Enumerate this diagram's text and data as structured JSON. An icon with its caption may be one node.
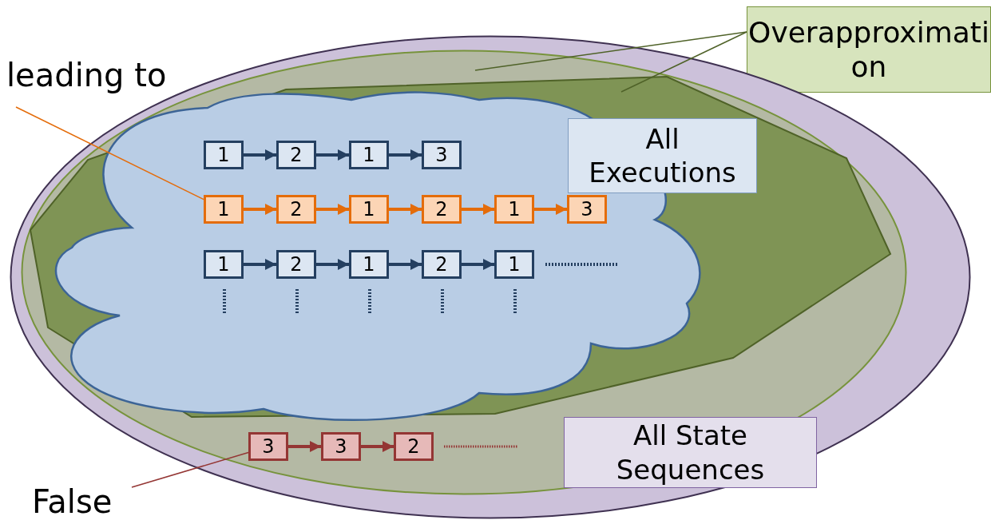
{
  "diagram": {
    "nodes": [
      {
        "text": [
          "leading to"
        ]
      },
      {
        "text": [
          "Overapproximation"
        ]
      },
      {
        "text": [],
        "shape": "ellipse"
      },
      {
        "text": [],
        "shape": "ellipse",
        "in": 2
      },
      {
        "text": [],
        "shape": "polygon",
        "in": 3
      },
      {
        "text": [],
        "shape": "cloud",
        "in": 4
      },
      {
        "text": [
          "All Executions"
        ],
        "in": 4
      },
      {
        "text": [
          "1"
        ],
        "in": 5
      },
      {
        "text": [
          "2"
        ],
        "in": 5
      },
      {
        "text": [
          "1"
        ],
        "in": 5
      },
      {
        "text": [
          "3"
        ],
        "in": 5
      },
      {
        "text": [
          "1"
        ],
        "in": 5
      },
      {
        "text": [
          "2"
        ],
        "in": 5
      },
      {
        "text": [
          "1"
        ],
        "in": 5
      },
      {
        "text": [
          "2"
        ],
        "in": 5
      },
      {
        "text": [
          "1"
        ],
        "in": 5
      },
      {
        "text": [
          "3"
        ],
        "in": 5
      },
      {
        "text": [
          "1"
        ],
        "in": 5
      },
      {
        "text": [
          "2"
        ],
        "in": 5
      },
      {
        "text": [
          "1"
        ],
        "in": 5
      },
      {
        "text": [
          "2"
        ],
        "in": 5
      },
      {
        "text": [
          "1"
        ],
        "in": 5
      },
      {
        "text": [
          "All State Sequences"
        ],
        "in": 3
      },
      {
        "text": [
          "3"
        ],
        "in": 3
      },
      {
        "text": [
          "3"
        ],
        "in": 3
      },
      {
        "text": [
          "2"
        ],
        "in": 3
      },
      {
        "text": [
          "False"
        ]
      }
    ],
    "edges": [
      {
        "from": 7,
        "to": 8,
        "arrow": "to"
      },
      {
        "from": 8,
        "to": 9,
        "arrow": "to"
      },
      {
        "from": 9,
        "to": 10,
        "arrow": "to"
      },
      {
        "from": 11,
        "to": 12,
        "arrow": "to",
        "color": "#e46c0a"
      },
      {
        "from": 12,
        "to": 13,
        "arrow": "to",
        "color": "#e46c0a"
      },
      {
        "from": 13,
        "to": 14,
        "arrow": "to",
        "color": "#e46c0a"
      },
      {
        "from": 14,
        "to": 15,
        "arrow": "to",
        "color": "#e46c0a"
      },
      {
        "from": 15,
        "to": 16,
        "arrow": "to",
        "color": "#e46c0a"
      },
      {
        "from": 17,
        "to": 18,
        "arrow": "to"
      },
      {
        "from": 18,
        "to": 19,
        "arrow": "to"
      },
      {
        "from": 19,
        "to": 20,
        "arrow": "to"
      },
      {
        "from": 20,
        "to": 21,
        "arrow": "to"
      },
      {
        "from": 23,
        "to": 24,
        "arrow": "to",
        "color": "#943634"
      },
      {
        "from": 24,
        "to": 25,
        "arrow": "to",
        "color": "#943634"
      },
      {
        "from": 0,
        "to": 11,
        "arrow": "none",
        "color": "#e46c0a"
      },
      {
        "from": 1,
        "to": 3,
        "arrow": "none",
        "color": "#4f6228"
      },
      {
        "from": 1,
        "to": 4,
        "arrow": "none",
        "color": "#4f6228"
      },
      {
        "from": 26,
        "to": 23,
        "arrow": "none",
        "color": "#943634"
      }
    ]
  }
}
